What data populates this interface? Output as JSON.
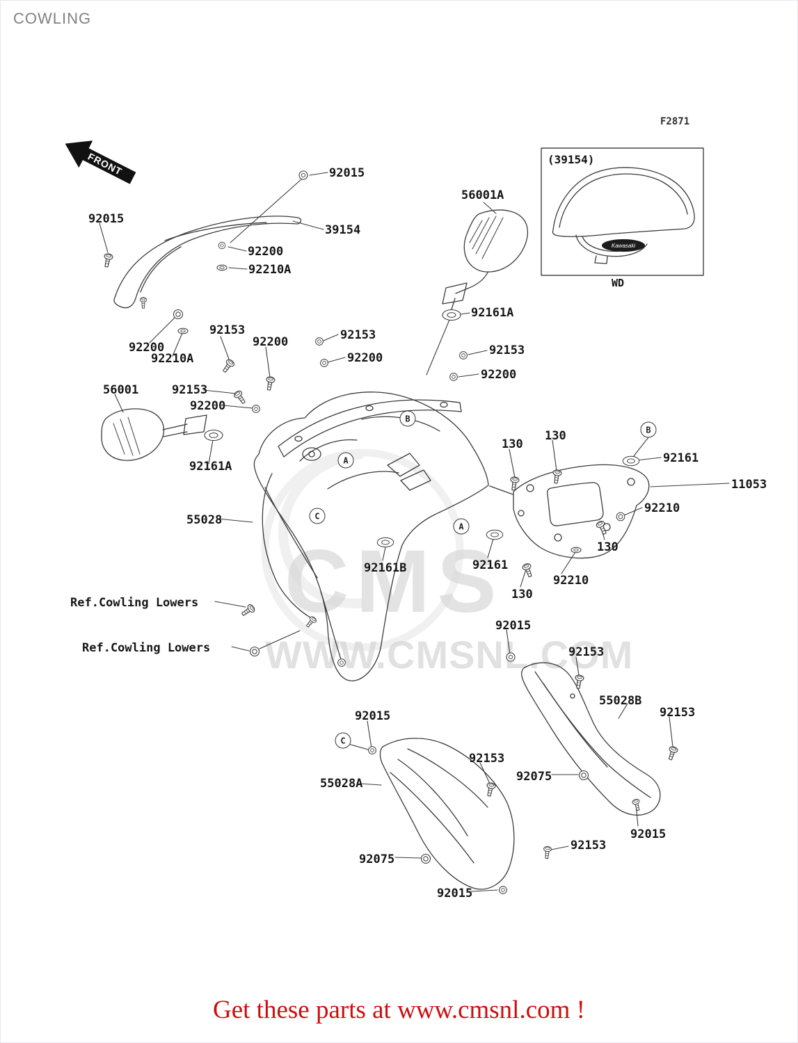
{
  "page": {
    "title": "COWLING",
    "figure_code": "F2871",
    "front_label": "FRONT",
    "footer_text": "Get these parts at www.cmsnl.com !",
    "watermark_line1": "CMS",
    "watermark_line2": "WWW.CMSNL.COM"
  },
  "inset": {
    "part_ref": "(39154)",
    "caption": "WD",
    "logo_text": "Kawasaki"
  },
  "colors": {
    "line": "#3a3a3a",
    "label_text": "#151515",
    "title_text": "#818181",
    "footer_text": "#cc0e0e",
    "watermark": "#c9c9c9"
  },
  "labels": [
    {
      "text": "92015"
    },
    {
      "text": "39154"
    },
    {
      "text": "92200"
    },
    {
      "text": "92210A"
    },
    {
      "text": "56001A"
    },
    {
      "text": "92161A"
    },
    {
      "text": "92015"
    },
    {
      "text": "92200"
    },
    {
      "text": "92210A"
    },
    {
      "text": "92153"
    },
    {
      "text": "92200"
    },
    {
      "text": "92153"
    },
    {
      "text": "92200"
    },
    {
      "text": "92153"
    },
    {
      "text": "92200"
    },
    {
      "text": "56001"
    },
    {
      "text": "92153"
    },
    {
      "text": "92200"
    },
    {
      "text": "92161A"
    },
    {
      "text": "55028"
    },
    {
      "text": "130"
    },
    {
      "text": "130"
    },
    {
      "text": "92161"
    },
    {
      "text": "11053"
    },
    {
      "text": "92210"
    },
    {
      "text": "130"
    },
    {
      "text": "92161B"
    },
    {
      "text": "92161"
    },
    {
      "text": "92210"
    },
    {
      "text": "130"
    },
    {
      "text": "Ref.Cowling Lowers"
    },
    {
      "text": "Ref.Cowling Lowers"
    },
    {
      "text": "92015"
    },
    {
      "text": "92153"
    },
    {
      "text": "55028B"
    },
    {
      "text": "92153"
    },
    {
      "text": "92015"
    },
    {
      "text": "92153"
    },
    {
      "text": "92075"
    },
    {
      "text": "55028A"
    },
    {
      "text": "92015"
    },
    {
      "text": "92153"
    },
    {
      "text": "92075"
    },
    {
      "text": "92015"
    }
  ],
  "callouts": [
    {
      "letter": "B"
    },
    {
      "letter": "A"
    },
    {
      "letter": "C"
    },
    {
      "letter": "A"
    },
    {
      "letter": "B"
    },
    {
      "letter": "C"
    }
  ]
}
